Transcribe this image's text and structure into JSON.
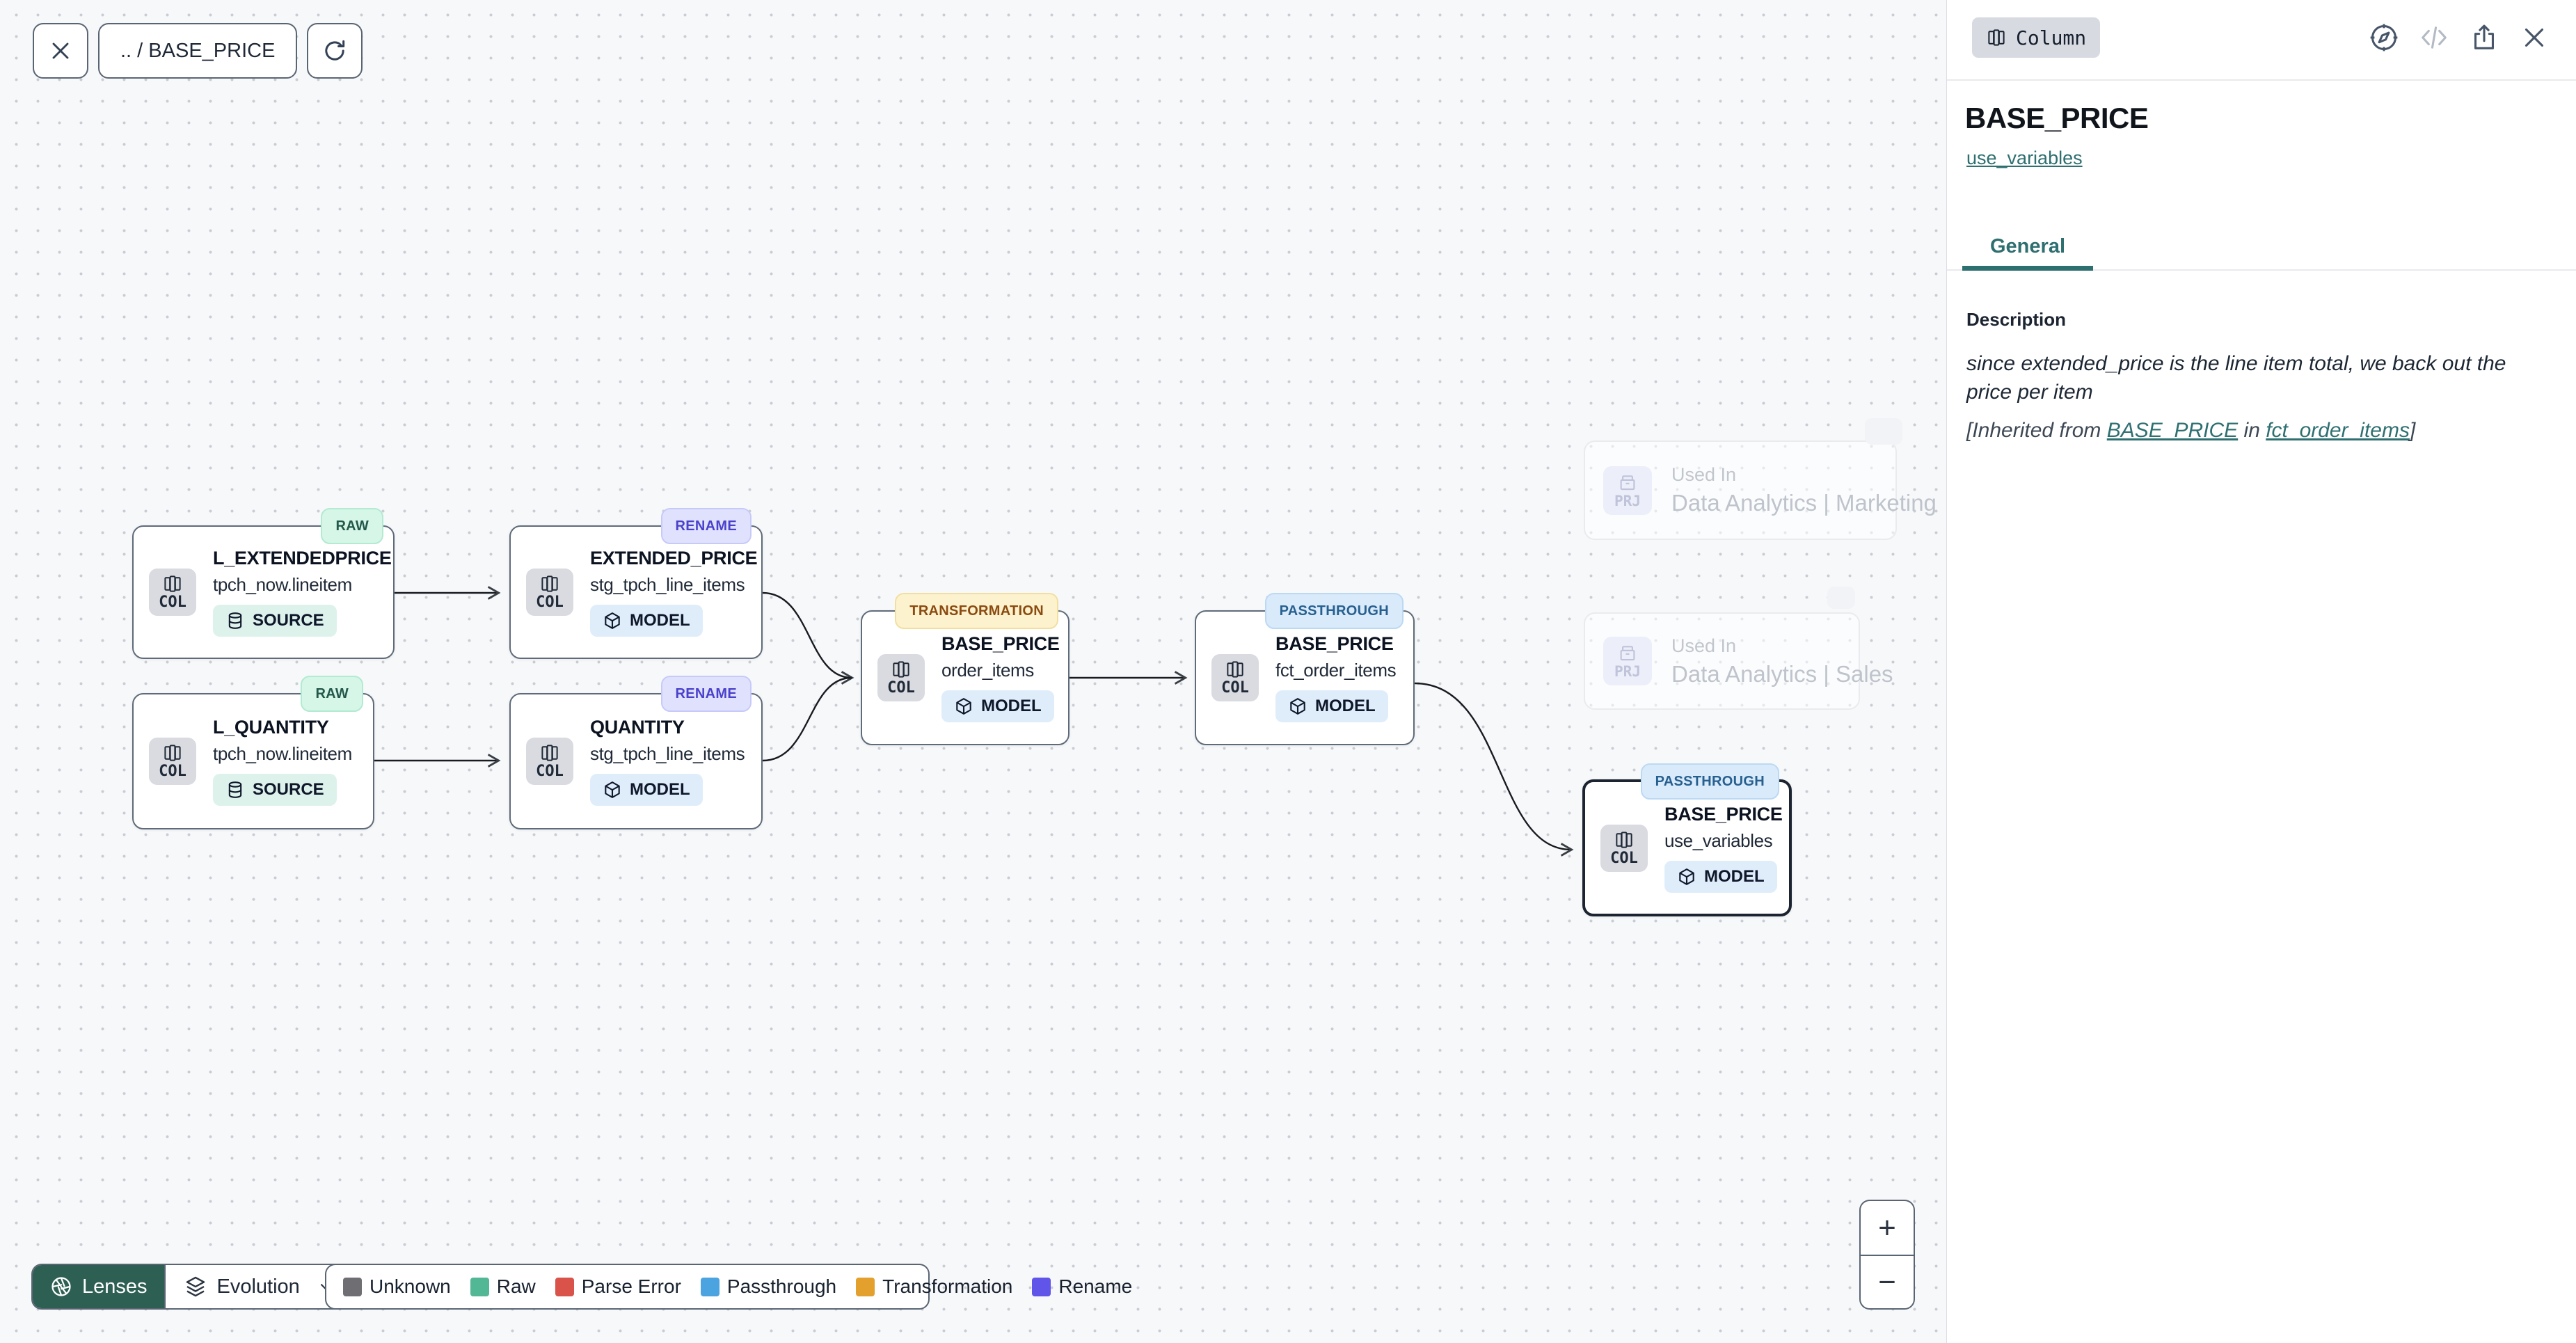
{
  "toolbar": {
    "breadcrumb": ".. / BASE_PRICE"
  },
  "panel": {
    "type_badge": "Column",
    "title": "BASE_PRICE",
    "model_link": "use_variables",
    "tabs": [
      {
        "label": "General"
      }
    ],
    "description_label": "Description",
    "description_body": "since extended_price is the line item total, we back out the price per item",
    "inherited": {
      "prefix": "[Inherited from ",
      "column_link": "BASE_PRICE",
      "middle": " in ",
      "model_link": "fct_order_items",
      "suffix": "]"
    },
    "accent_color": "#2e6f70"
  },
  "canvas": {
    "nodes": [
      {
        "badge": "RAW",
        "title": "L_EXTENDEDPRICE",
        "subtitle": "tpch_now.lineitem",
        "kind": "SOURCE",
        "type_label": "COL"
      },
      {
        "badge": "RENAME",
        "title": "EXTENDED_PRICE",
        "subtitle": "stg_tpch_line_items",
        "kind": "MODEL",
        "type_label": "COL"
      },
      {
        "badge": "RAW",
        "title": "L_QUANTITY",
        "subtitle": "tpch_now.lineitem",
        "kind": "SOURCE",
        "type_label": "COL"
      },
      {
        "badge": "RENAME",
        "title": "QUANTITY",
        "subtitle": "stg_tpch_line_items",
        "kind": "MODEL",
        "type_label": "COL"
      },
      {
        "badge": "TRANSFORMATION",
        "title": "BASE_PRICE",
        "subtitle": "order_items",
        "kind": "MODEL",
        "type_label": "COL"
      },
      {
        "badge": "PASSTHROUGH",
        "title": "BASE_PRICE",
        "subtitle": "fct_order_items",
        "kind": "MODEL",
        "type_label": "COL"
      },
      {
        "badge": "PASSTHROUGH",
        "title": "BASE_PRICE",
        "subtitle": "use_variables",
        "kind": "MODEL",
        "type_label": "COL"
      }
    ],
    "ghost_cards": [
      {
        "icon_label": "PRJ",
        "label": "Used In",
        "title": "Data Analytics | Marketing"
      },
      {
        "icon_label": "PRJ",
        "label": "Used In",
        "title": "Data Analytics | Sales"
      }
    ]
  },
  "footer": {
    "lenses_label": "Lenses",
    "lens_selected": "Evolution",
    "legend": [
      {
        "label": "Unknown",
        "color": "#6e6e73"
      },
      {
        "label": "Raw",
        "color": "#52b795"
      },
      {
        "label": "Parse Error",
        "color": "#d9534a"
      },
      {
        "label": "Passthrough",
        "color": "#4ba3e0"
      },
      {
        "label": "Transformation",
        "color": "#e3a02d"
      },
      {
        "label": "Rename",
        "color": "#6154e8"
      }
    ]
  },
  "zoom_controls": {
    "zoom_in": "+",
    "zoom_out": "−"
  },
  "icons": {
    "toolbar": [
      "close-icon",
      "refresh-icon"
    ],
    "panel_actions": [
      "compass-icon",
      "code-icon",
      "share-icon",
      "close-icon"
    ],
    "node_type": "column-icon",
    "source_kind": "database-icon",
    "model_kind": "cube-icon",
    "lenses": "aperture-icon",
    "evolution": "layers-icon",
    "ghost": "project-icon"
  }
}
